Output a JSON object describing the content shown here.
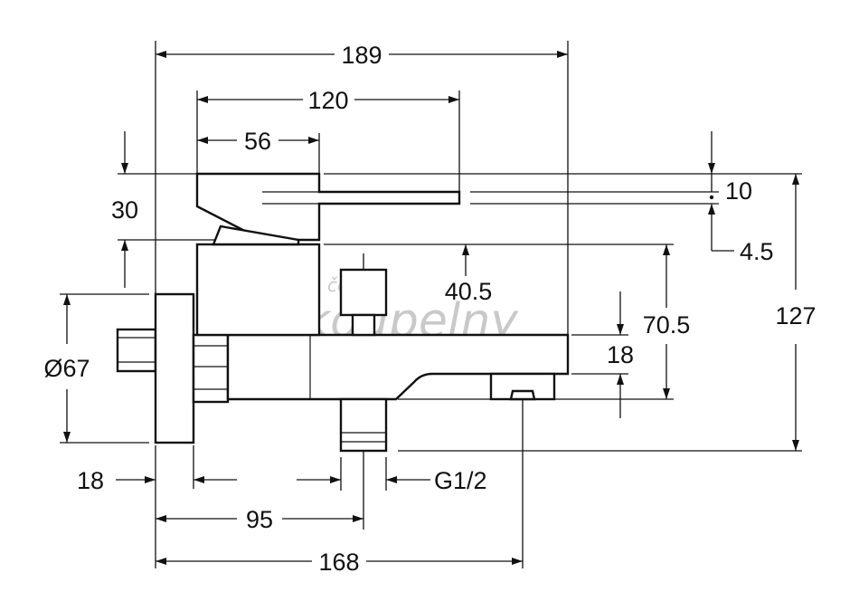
{
  "dimensions": {
    "width_total": "189",
    "handle_length": "120",
    "handle_base": "56",
    "handle_height": "30",
    "lever_thickness": "10",
    "lever_gap": "4.5",
    "diverter_height": "40.5",
    "spout_top": "70.5",
    "spout_thickness": "18",
    "overall_height": "127",
    "flange_diameter": "Ø67",
    "flange_depth": "18",
    "wall_to_outlet": "95",
    "outlet_thread": "G1/2",
    "wall_to_spout": "168"
  },
  "watermark": {
    "line1": "české",
    "line2": "koupelny"
  }
}
